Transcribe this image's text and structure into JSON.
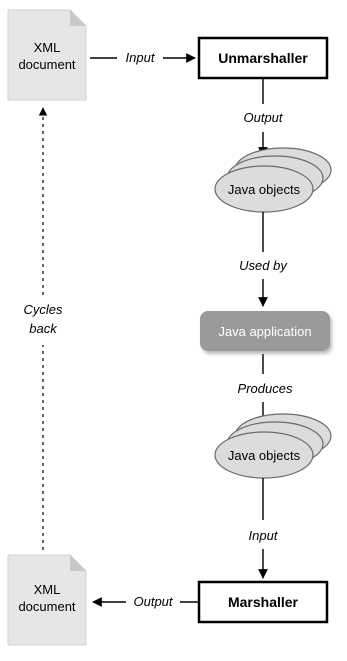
{
  "nodes": {
    "xml_document_top": {
      "line1": "XML",
      "line2": "document"
    },
    "unmarshaller": {
      "label": "Unmarshaller"
    },
    "java_objects_top": {
      "label": "Java objects"
    },
    "java_application": {
      "label": "Java application"
    },
    "java_objects_bottom": {
      "label": "Java objects"
    },
    "marshaller": {
      "label": "Marshaller"
    },
    "xml_document_bottom": {
      "line1": "XML",
      "line2": "document"
    }
  },
  "edges": {
    "input_top": "Input",
    "output_top": "Output",
    "used_by": "Used by",
    "produces": "Produces",
    "input_bottom": "Input",
    "output_bottom": "Output",
    "cycles_back_line1": "Cycles",
    "cycles_back_line2": "back"
  },
  "colors": {
    "paper": "#e6e6e6",
    "paper_fold": "#c8c8c8",
    "box_border": "#000000",
    "box_fill": "#ffffff",
    "object_fill": "#dcdcdc",
    "object_stroke": "#6a6a6a",
    "app_fill": "#9a9a9a",
    "app_text": "#ffffff",
    "line": "#000000"
  }
}
